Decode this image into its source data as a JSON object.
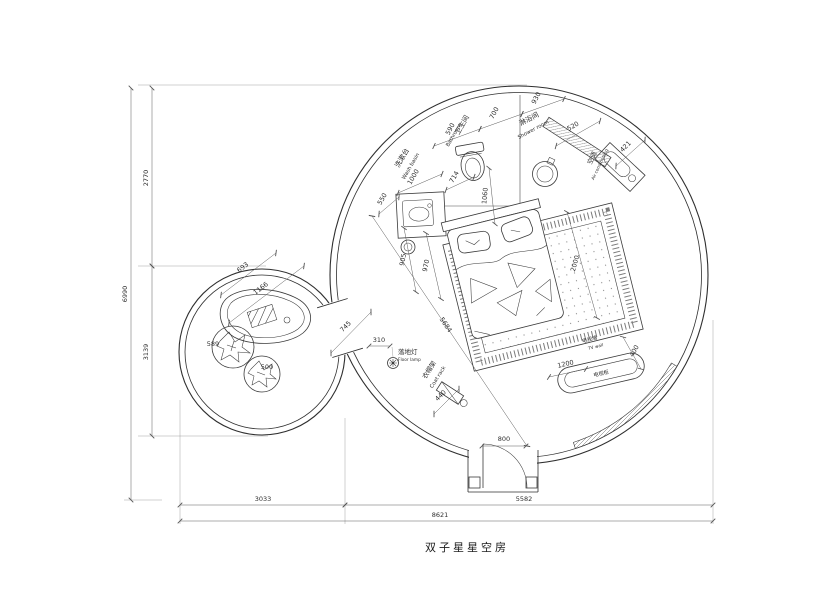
{
  "title": "双子星星空房",
  "labels": {
    "bathroom": {
      "cn": "卫生间",
      "en": "Bathroom"
    },
    "washbasin": {
      "cn": "洗漱台",
      "en": "Wash basin"
    },
    "shower": {
      "cn": "淋浴间",
      "en": "Shower room"
    },
    "air_conditioner": {
      "cn": "空调",
      "en": "Air conditioning"
    },
    "floor_lamp": {
      "cn": "落地灯",
      "en": "Floor lamp"
    },
    "coat_rack": {
      "cn": "衣帽架",
      "en": "Coat rack"
    },
    "tv_wall": {
      "cn": "电视墙",
      "en": "TV wall"
    },
    "tv_cabinet": {
      "cn": "电视柜"
    }
  },
  "dims": {
    "left_upper": "2770",
    "left_lower": "3139",
    "left_total": "6990",
    "bottom_left": "3033",
    "bottom_right": "5582",
    "bottom_total": "8621",
    "top_a": "590",
    "top_b": "700",
    "top_c": "930",
    "shower_len": "520",
    "ac_len": "421",
    "basin_len": "1000",
    "toilet_w": "714",
    "toilet_d": "1060",
    "basin_dep": "550",
    "bed_a": "905",
    "bed_b": "970",
    "bed_len": "2000",
    "diag_main": "5684",
    "diag_passage": "745",
    "pod_a": "693",
    "pod_b": "1166",
    "bean_a": "589",
    "bean_b": "500",
    "lamp_offset": "310",
    "rack_offset": "440",
    "tv_offset": "400",
    "tv_len": "1200",
    "door_w": "800"
  },
  "colors": {
    "line": "#2f2f2f",
    "dim": "#5a5a5a",
    "background": "#ffffff"
  }
}
